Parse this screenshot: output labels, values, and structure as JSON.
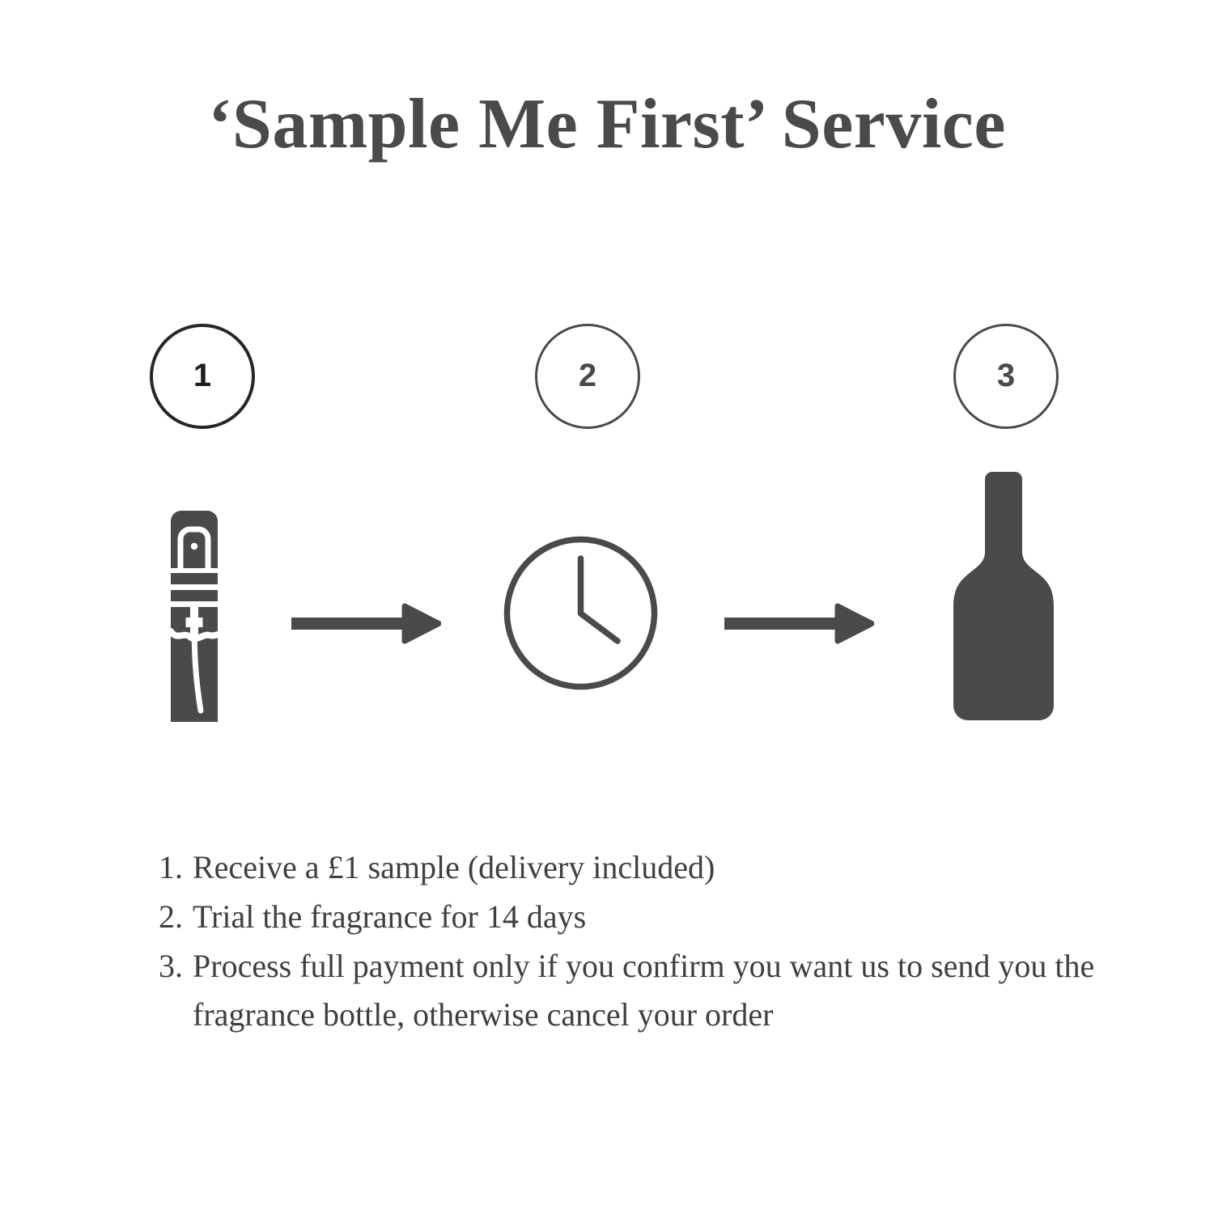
{
  "page": {
    "title": "‘Sample Me First’ Service",
    "background_color": "#ffffff",
    "ink_color": "#4a4a4a",
    "accent_color": "#262626"
  },
  "steps": [
    {
      "number": "1",
      "marker": "1.",
      "icon": "sample-vial-icon",
      "text": "Receive a £1 sample (delivery included)"
    },
    {
      "number": "2",
      "marker": "2.",
      "icon": "clock-icon",
      "text": "Trial the fragrance for 14 days"
    },
    {
      "number": "3",
      "marker": "3.",
      "icon": "fragrance-bottle-icon",
      "text": "Process full payment only if you confirm you want us to send you the fragrance bottle, otherwise cancel your order"
    }
  ],
  "connectors": [
    {
      "icon": "arrow-right-icon",
      "from": "1",
      "to": "2"
    },
    {
      "icon": "arrow-right-icon",
      "from": "2",
      "to": "3"
    }
  ]
}
